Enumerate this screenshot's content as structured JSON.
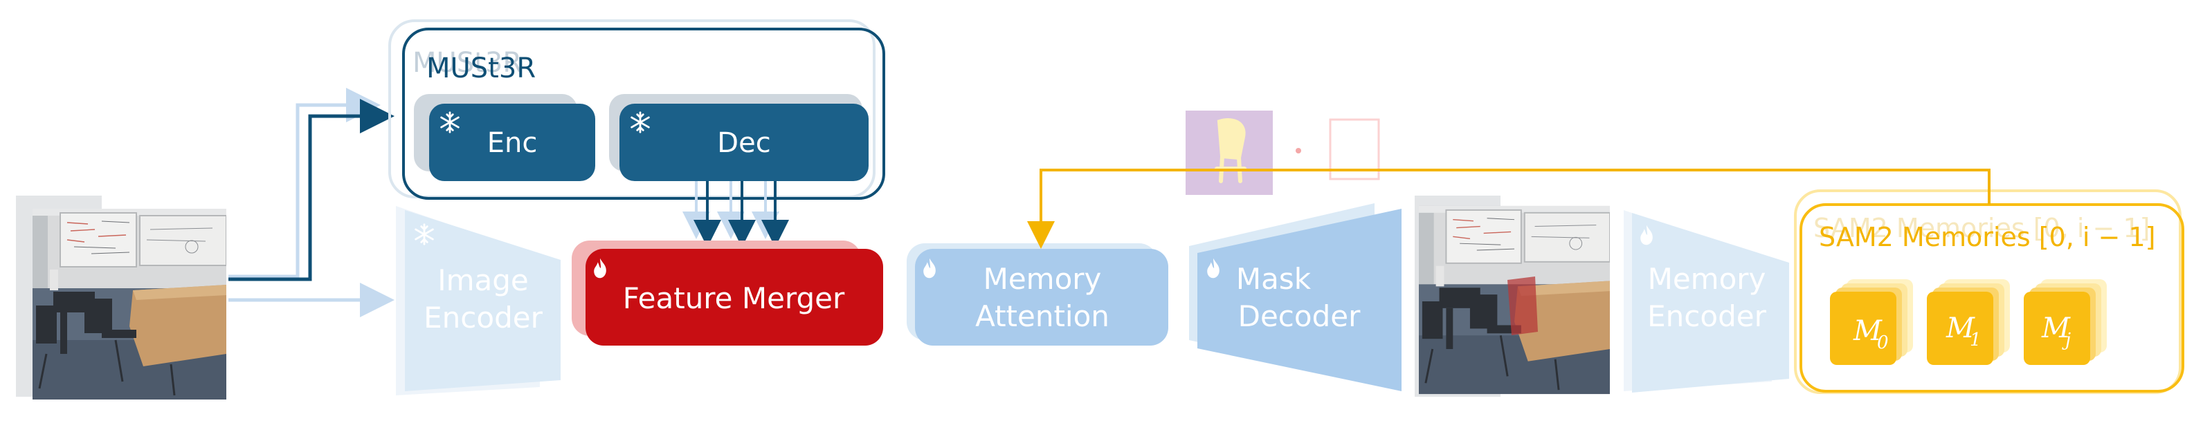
{
  "musr_block": {
    "title_ghost": "MUSt3R",
    "title": "MUSt3R",
    "enc_label": "Enc",
    "dec_label": "Dec"
  },
  "image_encoder": {
    "line1": "Image",
    "line2": "Encoder"
  },
  "feature_merger": {
    "label": "Feature Merger"
  },
  "memory_attention": {
    "line1": "Memory",
    "line2": "Attention"
  },
  "mask_decoder": {
    "line1": "Mask",
    "line2": "Decoder"
  },
  "memory_encoder": {
    "line1": "Memory",
    "line2": "Encoder"
  },
  "sam2_memories": {
    "title_ghost": "SAM2 Memories [0, i − 1]",
    "title": "SAM2 Memories [0, i − 1]",
    "m0_base": "M",
    "m0_sub": "0",
    "m1_base": "M",
    "m1_sub": "1",
    "mj_base": "M",
    "mj_sub": "j"
  },
  "icons": {
    "frozen": "snowflake-icon",
    "trainable": "flame-icon",
    "chair_prompt": "chair-icon",
    "point_prompt": "point-icon",
    "box_prompt": "box-icon"
  },
  "colors": {
    "musr_dark": "#1b6089",
    "musr_line": "#0f4f75",
    "light_blue": "#a9cbec",
    "pale_blue": "#dbeaf6",
    "merger_red": "#c80e13",
    "merger_shadow": "#f2b4b5",
    "sam_yellow": "#f9bd12",
    "sam_yellow_pale": "#fde7a0",
    "prompt_purple": "#d9c4e1"
  }
}
